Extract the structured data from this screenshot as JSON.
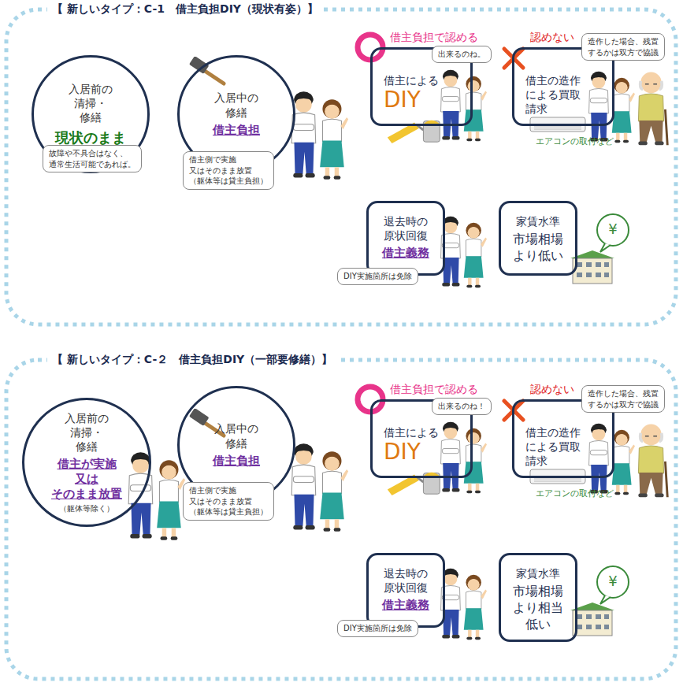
{
  "diagram": {
    "nodes": [
      {
        "text": [
          "【 新しいタイプ：C-1　借主負担DIY（現状有姿）】"
        ]
      },
      {
        "text": [
          "入居前の 清掃・修繕",
          "現状のまま"
        ],
        "in": 0
      },
      {
        "text": [
          "故障や不具合はなく、 通常生活可能であれば。"
        ],
        "in": 0
      },
      {
        "text": [
          "入居中の 修繕",
          "借主負担"
        ],
        "in": 0
      },
      {
        "text": [
          "借主側で実施 又はそのまま放置 （躯体等は貸主負担）"
        ],
        "in": 0
      },
      {
        "text": [
          "借主負担で認める",
          "借主による",
          "DIY"
        ],
        "in": 0
      },
      {
        "text": [
          "出来るのね。"
        ],
        "in": 0
      },
      {
        "text": [
          "認めない",
          "借主の造作 による買取 請求"
        ],
        "in": 0
      },
      {
        "text": [
          "造作した場合、残置 するかは双方で協議"
        ],
        "in": 0
      },
      {
        "text": [
          "退去時の 原状回復",
          "借主義務"
        ],
        "in": 0
      },
      {
        "text": [
          "DIY実施箇所は免除"
        ],
        "in": 0
      },
      {
        "text": [
          "家賃水準",
          "市場相場 より低い"
        ],
        "in": 0
      },
      {
        "text": [
          "【 新しいタイプ：C-２　借主負担DIY（一部要修繕）】"
        ]
      },
      {
        "text": [
          "入居前の 清掃・修繕",
          "借主が実施 又は そのまま放置",
          "（躯体等除く）"
        ],
        "in": 12
      },
      {
        "text": [
          "入居中の 修繕",
          "借主負担"
        ],
        "in": 12
      },
      {
        "text": [
          "借主側で実施 又はそのまま放置 （躯体等は貸主負担）"
        ],
        "in": 12
      },
      {
        "text": [
          "借主負担で認める",
          "借主による",
          "DIY"
        ],
        "in": 12
      },
      {
        "text": [
          "出来るのね！"
        ],
        "in": 12
      },
      {
        "text": [
          "認めない",
          "借主の造作 による買取 請求"
        ],
        "in": 12
      },
      {
        "text": [
          "造作した場合、残置 するかは双方で協議"
        ],
        "in": 12
      },
      {
        "text": [
          "退去時の 原状回復",
          "借主義務"
        ],
        "in": 12
      },
      {
        "text": [
          "DIY実施箇所は免除"
        ],
        "in": 12
      },
      {
        "text": [
          "家賃水準",
          "市場相場 より相当 低い"
        ],
        "in": 12
      }
    ],
    "labels": [
      "エアコンの取付など",
      "¥",
      "エアコンの取付など",
      "¥"
    ]
  }
}
